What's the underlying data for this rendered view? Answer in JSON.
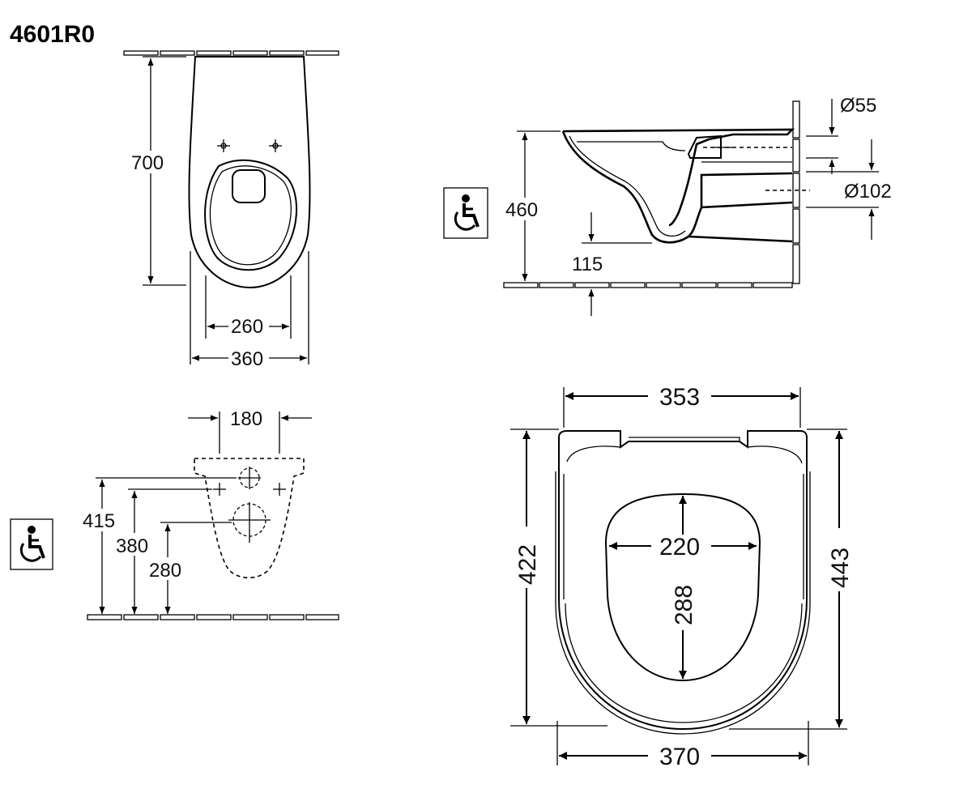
{
  "title": "4601R0",
  "front_view": {
    "height": "700",
    "inner_width": "260",
    "outer_width": "360"
  },
  "side_view": {
    "height": "460",
    "floor_gap": "115",
    "pipe_small": "Ø55",
    "pipe_large": "Ø102"
  },
  "mount_view": {
    "hole_spacing": "180",
    "h1": "415",
    "h2": "380",
    "h3": "280"
  },
  "seat_view": {
    "top_width": "353",
    "bottom_width": "370",
    "left_height": "422",
    "right_height": "443",
    "opening_width": "220",
    "opening_length": "288"
  },
  "icons": {
    "accessibility": "wheelchair-icon"
  }
}
